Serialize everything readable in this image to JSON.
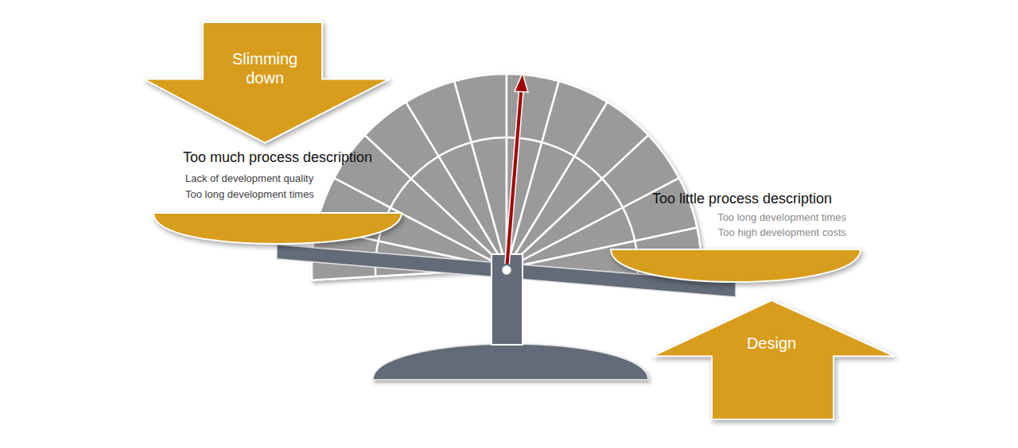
{
  "diagram": {
    "nodes": [
      {
        "text": [
          "Slimming down"
        ]
      },
      {
        "text": [
          "Too much process description",
          "Lack of development quality",
          "Too long development times"
        ]
      },
      {
        "text": [
          "Too little process description",
          "Too long development times",
          "Too high development costs"
        ]
      },
      {
        "text": [
          "Design"
        ]
      }
    ]
  }
}
